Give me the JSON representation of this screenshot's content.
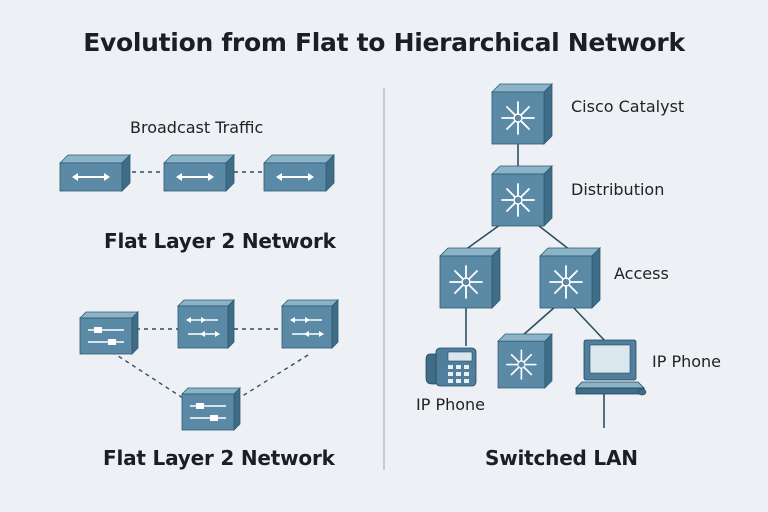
{
  "title": "Evolution from Flat to Hierarchical Network",
  "left_panel": {
    "top_caption": "Broadcast Traffic",
    "top_heading": "Flat Layer 2 Network",
    "bottom_heading": "Flat Layer 2 Network"
  },
  "right_panel": {
    "core_label": "Cisco Catalyst",
    "distribution_label": "Distribution",
    "access_label": "Access",
    "phone_label": "IP Phone",
    "pc_label": "IP Phone",
    "heading": "Switched LAN"
  },
  "colors": {
    "device_face": "#5b8aa6",
    "device_top": "#8cb4c9",
    "device_side": "#3f6c87",
    "link": "#2c4f63",
    "divider": "#b9c0c8"
  }
}
